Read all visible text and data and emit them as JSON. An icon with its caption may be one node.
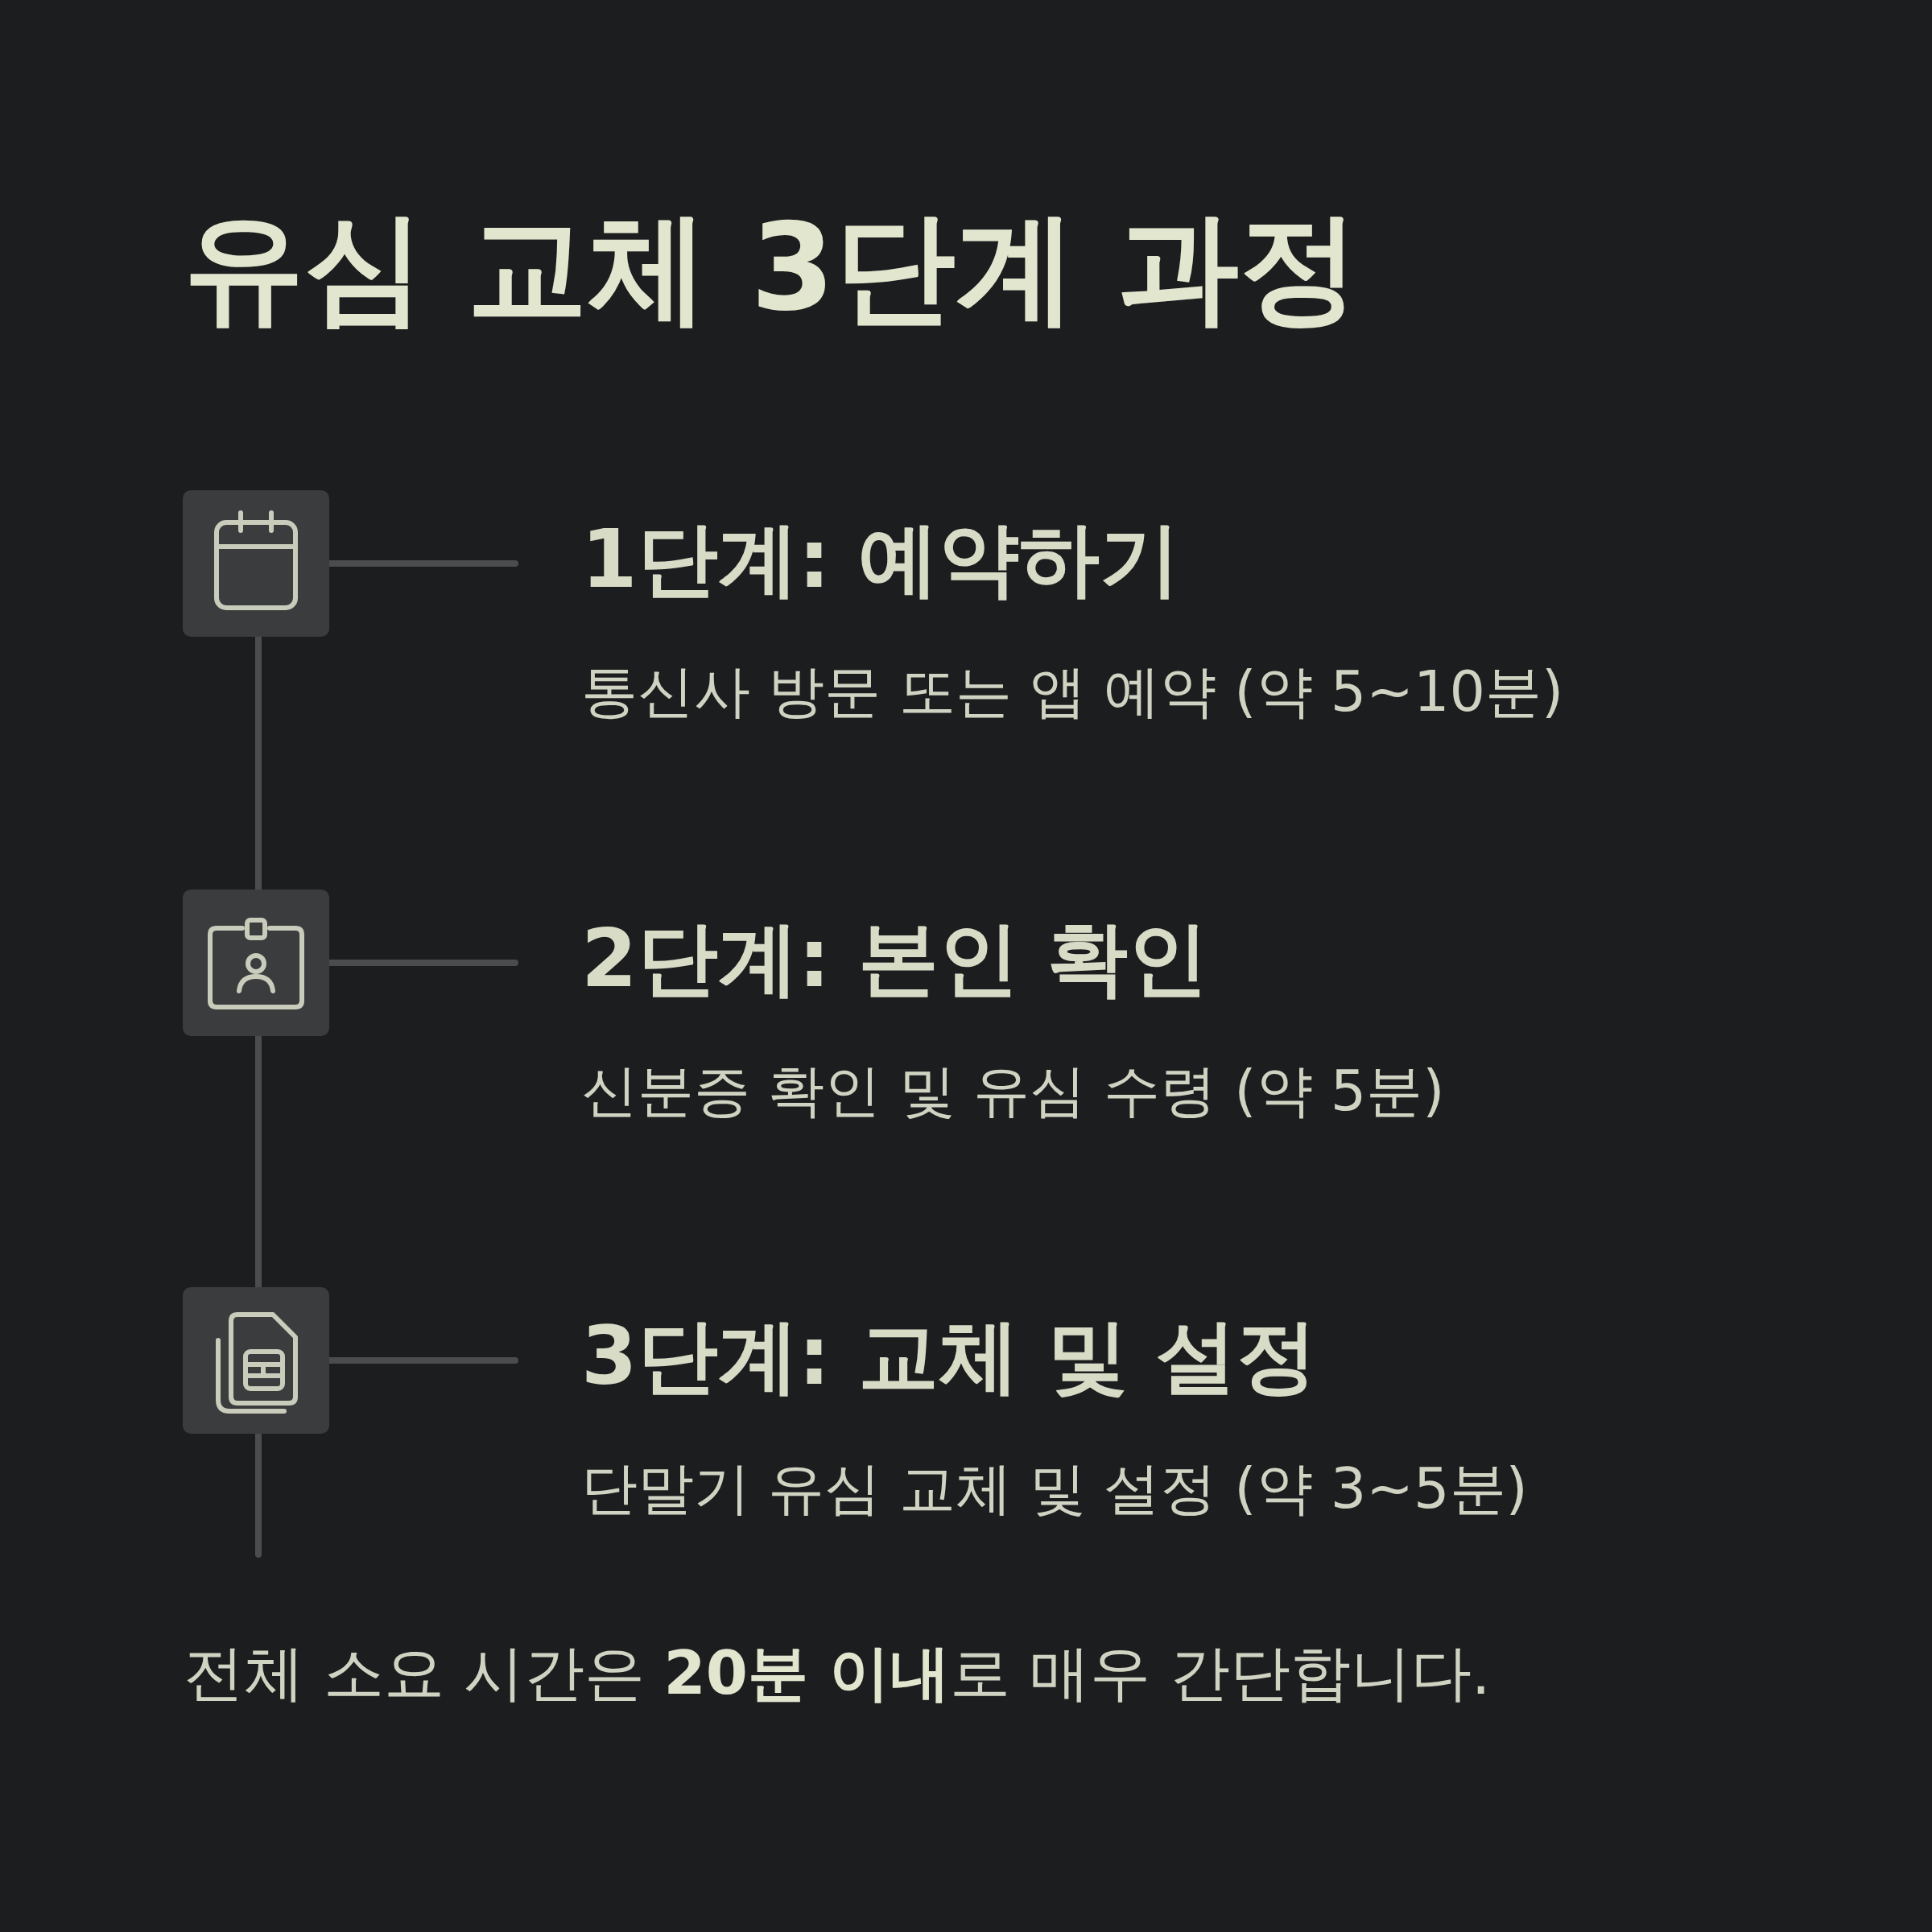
{
  "diagram": {
    "title": "유심 교체 3단계 과정",
    "nodes": [
      {
        "text": [],
        "shape": "box"
      },
      {
        "text": [
          "1단계: 예약하기",
          "통신사 방문 또는 앱 예약 (약 5~10분)"
        ]
      },
      {
        "text": [],
        "shape": "box"
      },
      {
        "text": [
          "2단계: 본인 확인",
          "신분증 확인 및 유심 수령 (약 5분)"
        ]
      },
      {
        "text": [],
        "shape": "box"
      },
      {
        "text": [
          "3단계: 교체 및 설정",
          "단말기 유심 교체 및 설정 (약 3~5분)"
        ]
      }
    ],
    "edges": [
      {
        "from": 0,
        "to": 1,
        "arrow": "none"
      },
      {
        "from": 0,
        "to": 2,
        "arrow": "none"
      },
      {
        "from": 2,
        "to": 3,
        "arrow": "none"
      },
      {
        "from": 2,
        "to": 4,
        "arrow": "none"
      },
      {
        "from": 4,
        "to": 5,
        "arrow": "none"
      },
      {
        "from": 4,
        "to": null,
        "arrow": "none"
      }
    ],
    "labels": [
      "전체 소요 시간은 **20분 이내**로 매우 간단합니다."
    ]
  }
}
